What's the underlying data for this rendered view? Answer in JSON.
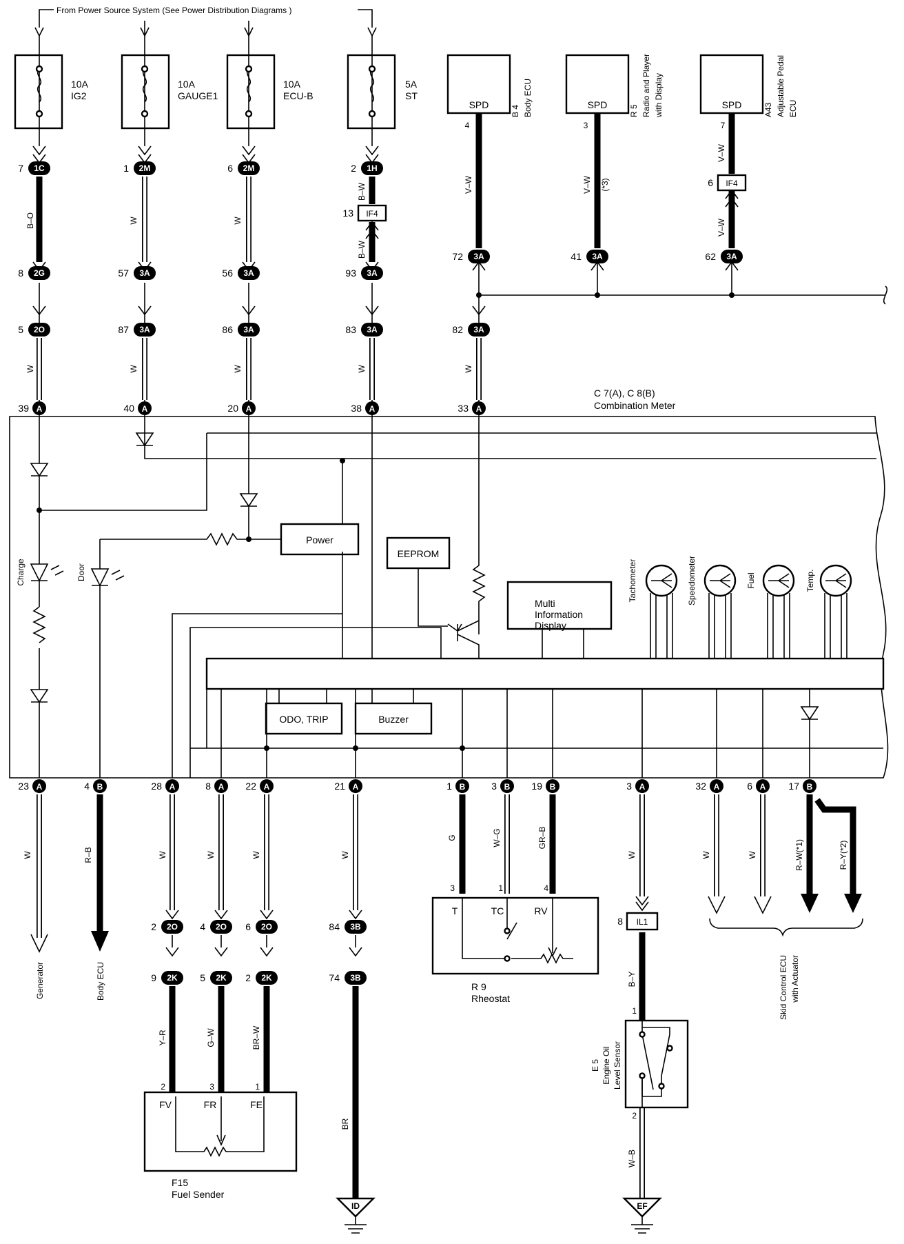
{
  "header": {
    "source_note": "From Power Source System (See Power Distribution Diagrams )"
  },
  "fuses": [
    {
      "amp": "10A",
      "name": "IG2"
    },
    {
      "amp": "10A",
      "name": "GAUGE1"
    },
    {
      "amp": "10A",
      "name": "ECU-B"
    },
    {
      "amp": "5A",
      "name": "ST"
    }
  ],
  "spd_modules": [
    {
      "label": "SPD",
      "ref": "B 4",
      "name1": "Body ECU",
      "name2": "",
      "pin": "4",
      "wire": "V–W",
      "note": "",
      "conn_pin": "72",
      "conn": "3A"
    },
    {
      "label": "SPD",
      "ref": "R 5",
      "name1": "Radio and Player",
      "name2": "with Display",
      "pin": "3",
      "wire": "V–W",
      "note": "(*3)",
      "conn_pin": "41",
      "conn": "3A"
    },
    {
      "label": "SPD",
      "ref": "A43",
      "name1": "Adjustable Pedal",
      "name2": "ECU",
      "pin": "7",
      "wire": "V–W",
      "note": "",
      "conn_pin": "62",
      "conn": "3A",
      "mid_pin": "6",
      "mid_conn": "IF4",
      "wire2": "V–W"
    }
  ],
  "top_connectors": [
    {
      "p1": "7",
      "c1": "1C",
      "wire1": "B–O",
      "p2": "8",
      "c2": "2G",
      "p3": "5",
      "c3": "2O",
      "wire2": "W",
      "meter_pin": "39",
      "meter_conn": "A"
    },
    {
      "p1": "1",
      "c1": "2M",
      "wire1": "W",
      "p2": "57",
      "c2": "3A",
      "p3": "87",
      "c3": "3A",
      "wire2": "W",
      "meter_pin": "40",
      "meter_conn": "A"
    },
    {
      "p1": "6",
      "c1": "2M",
      "wire1": "W",
      "p2": "56",
      "c2": "3A",
      "p3": "86",
      "c3": "3A",
      "wire2": "W",
      "meter_pin": "20",
      "meter_conn": "A"
    },
    {
      "p1": "2",
      "c1": "1H",
      "wire1": "B–W",
      "if_pin": "13",
      "if_conn": "IF4",
      "wire1b": "B–W",
      "p2": "93",
      "c2": "3A",
      "p3": "83",
      "c3": "3A",
      "wire2": "W",
      "meter_pin": "38",
      "meter_conn": "A"
    },
    {
      "p3": "82",
      "c3": "3A",
      "wire2": "W",
      "meter_pin": "33",
      "meter_conn": "A"
    }
  ],
  "meter": {
    "ref": "C 7(A), C 8(B)",
    "name": "Combination Meter",
    "blocks": {
      "power": "Power",
      "eeprom": "EEPROM",
      "mid": [
        "Multi",
        "Information",
        "Display"
      ],
      "odo": "ODO, TRIP",
      "buzzer": "Buzzer"
    },
    "lamps": {
      "charge": "Charge",
      "door": "Door"
    },
    "gauges": [
      "Tachometer",
      "Speedometer",
      "Fuel",
      "Temp."
    ]
  },
  "bottom_pins": [
    {
      "pin": "23",
      "conn": "A",
      "wire": "W"
    },
    {
      "pin": "4",
      "conn": "B",
      "wire": "R–B"
    },
    {
      "pin": "28",
      "conn": "A",
      "wire": "W"
    },
    {
      "pin": "8",
      "conn": "A",
      "wire": "W"
    },
    {
      "pin": "22",
      "conn": "A",
      "wire": "W"
    },
    {
      "pin": "21",
      "conn": "A",
      "wire": "W"
    },
    {
      "pin": "1",
      "conn": "B",
      "wire": "G"
    },
    {
      "pin": "3",
      "conn": "B",
      "wire": "W–G"
    },
    {
      "pin": "19",
      "conn": "B",
      "wire": "GR–B"
    },
    {
      "pin": "3",
      "conn": "A",
      "wire": "W"
    },
    {
      "pin": "32",
      "conn": "A",
      "wire": "W"
    },
    {
      "pin": "6",
      "conn": "A",
      "wire": "W"
    },
    {
      "pin": "17",
      "conn": "B",
      "wire": "R–W(*1)",
      "wire_alt": "R–Y(*2)"
    }
  ],
  "destinations": {
    "generator": "Generator",
    "body_ecu": "Body ECU",
    "skid1": "Skid Control ECU",
    "skid2": "with Actuator"
  },
  "fuel_path": [
    {
      "p1": "2",
      "c1": "2O",
      "p2": "9",
      "c2": "2K",
      "wire": "Y–R",
      "sender_pin": "2",
      "term": "FV"
    },
    {
      "p1": "4",
      "c1": "2O",
      "p2": "5",
      "c2": "2K",
      "wire": "G–W",
      "sender_pin": "3",
      "term": "FR"
    },
    {
      "p1": "6",
      "c1": "2O",
      "p2": "2",
      "c2": "2K",
      "wire": "BR–W",
      "sender_pin": "1",
      "term": "FE"
    }
  ],
  "fuel_sender": {
    "ref": "F15",
    "name": "Fuel Sender"
  },
  "ground_path": {
    "p1": "84",
    "c1": "3B",
    "p2": "74",
    "c2": "3B",
    "wire": "BR",
    "ground": "ID"
  },
  "rheostat": {
    "ref": "R 9",
    "name": "Rheostat",
    "pins": [
      "3",
      "1",
      "4"
    ],
    "terms": [
      "T",
      "TC",
      "RV"
    ]
  },
  "oil_sensor": {
    "conn_pin": "8",
    "conn": "IL1",
    "wire1": "B–Y",
    "pin1": "1",
    "ref": "E 5",
    "name1": "Engine Oil",
    "name2": "Level Sensor",
    "pin2": "2",
    "wire2": "W–B",
    "ground": "EF"
  }
}
